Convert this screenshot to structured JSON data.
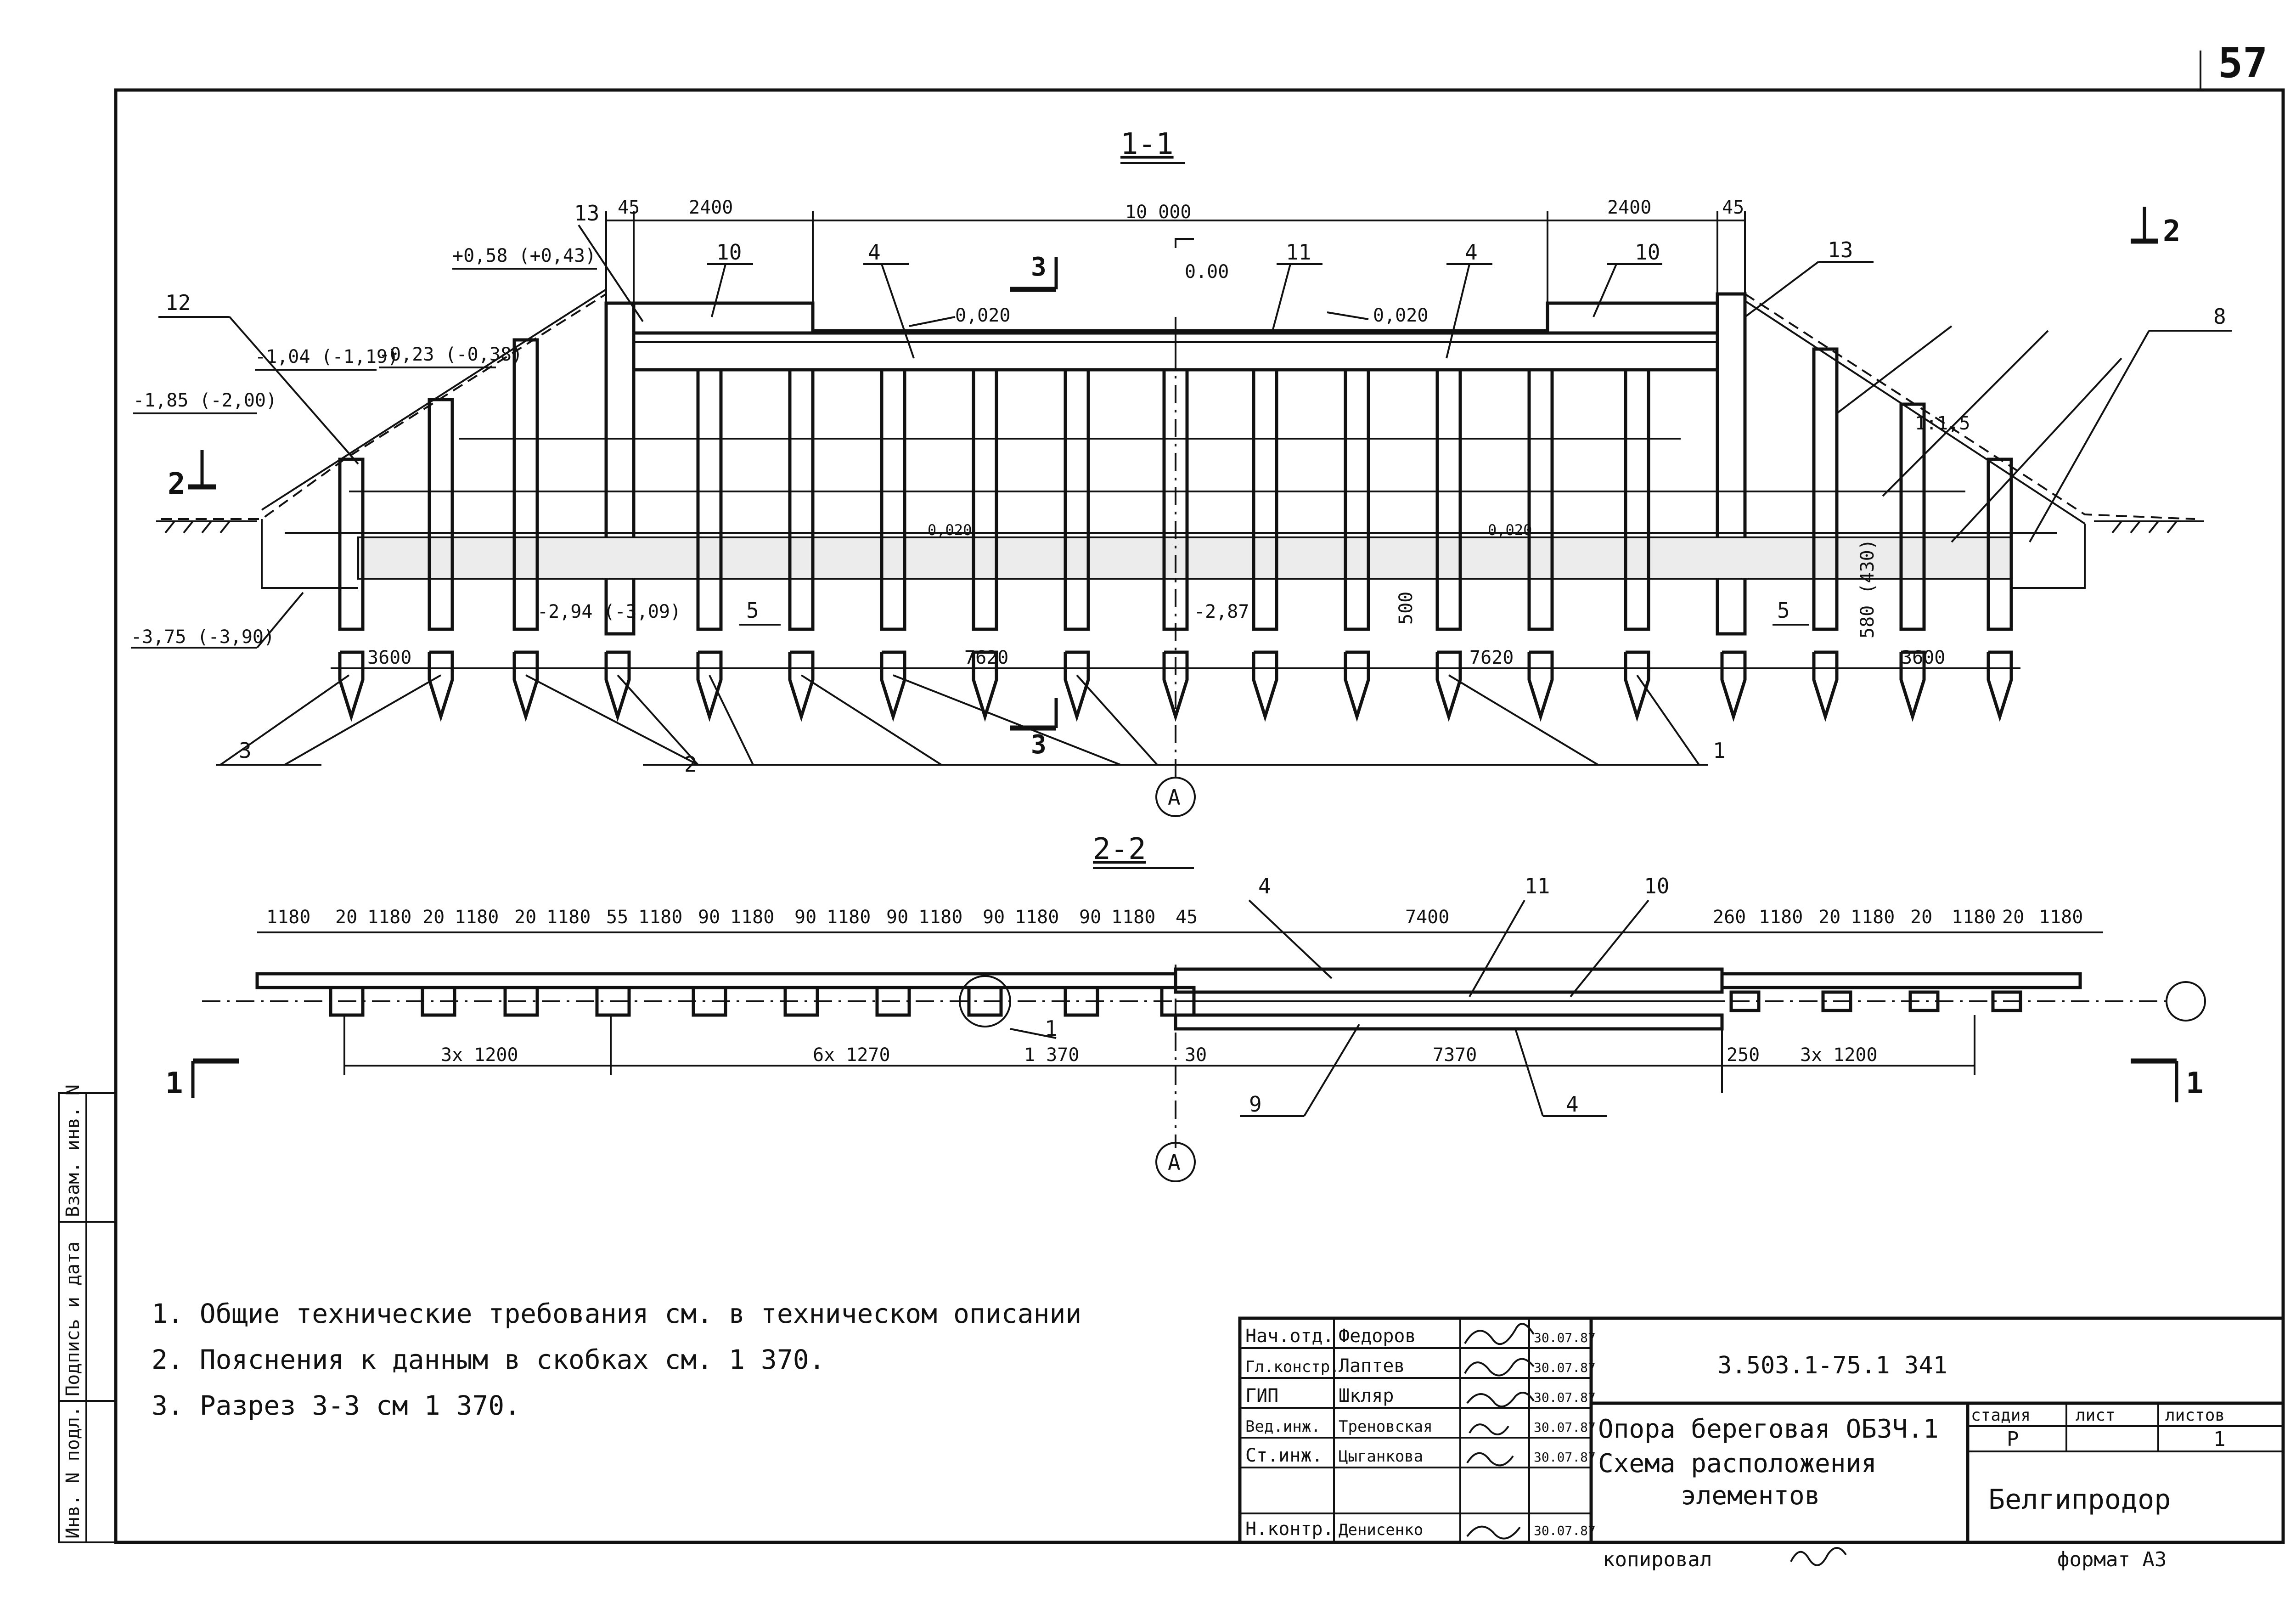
{
  "sheet": {
    "page_number": "57",
    "notes": [
      "1. Общие технические требования см. в техническом описании",
      "2. Пояснения к данным в скобках см. 1 370.",
      "3. Разрез 3-3 см 1 370."
    ],
    "side_stamp": [
      "Инв. N подл.",
      "Подпись и дата",
      "Взам. инв. N"
    ]
  },
  "section_1_1": {
    "title": "1-1",
    "dims_top": [
      "45",
      "2400",
      "10 000",
      "2400",
      "45"
    ],
    "levels": [
      "+0,58 (+0,43)",
      "-1,04 (-1,19)",
      "-0,23 (-0,38)",
      "-1,85 (-2,00)",
      "-3,75 (-3,90)",
      "-2,94 (-3,09)",
      "-2,87",
      "0.00"
    ],
    "slopes": [
      "0,020",
      "0,020",
      "0,020",
      "0,020",
      "1:1,5"
    ],
    "dims_bottom": [
      "3600",
      "7620",
      "7620",
      "3600"
    ],
    "heights": [
      "500",
      "580 (430)"
    ],
    "marks": [
      "1",
      "2",
      "3",
      "4",
      "4",
      "5",
      "5",
      "8",
      "10",
      "10",
      "11",
      "12",
      "13",
      "13"
    ],
    "cut_labels": [
      "2",
      "2",
      "3",
      "3"
    ],
    "axis": "A"
  },
  "section_2_2": {
    "title": "2-2",
    "dims_top": [
      "1180",
      "20",
      "1180",
      "20",
      "1180",
      "20",
      "1180",
      "55",
      "1180",
      "90",
      "1180",
      "90",
      "1180",
      "90",
      "1180",
      "90",
      "1180",
      "90",
      "1180",
      "45",
      "7400",
      "260",
      "1180",
      "20",
      "1180",
      "20",
      "1180",
      "20",
      "1180"
    ],
    "dims_bottom": [
      "3x 1200",
      "6x 1270",
      "1 370",
      "30",
      "7370",
      "250",
      "3x 1200"
    ],
    "marks": [
      "4",
      "11",
      "10",
      "1",
      "9",
      "4"
    ],
    "cut_labels": [
      "1",
      "1"
    ],
    "axis": "A"
  },
  "title_block": {
    "code": "3.503.1-75.1 341",
    "title_lines": [
      "Опора береговая ОБ3Ч.1",
      "Схема расположения",
      "элементов"
    ],
    "stage_header": "стадия",
    "sheet_header": "лист",
    "sheets_header": "листов",
    "stage": "Р",
    "sheets": "1",
    "organization": "Белгипродор",
    "copied": "копировал",
    "format": "формат А3",
    "rows": [
      {
        "role": "Нач.отд.",
        "name": "Федоров",
        "date": "30.07.87"
      },
      {
        "role": "Гл.констр.",
        "name": "Лаптев",
        "date": "30.07.87"
      },
      {
        "role": "ГИП",
        "name": "Шкляр",
        "date": "30.07.87"
      },
      {
        "role": "Вед.инж.",
        "name": "Треновская",
        "date": "30.07.87"
      },
      {
        "role": "Ст.инж.",
        "name": "Цыганкова",
        "date": "30.07.87"
      },
      {
        "role": "Н.контр.",
        "name": "Денисенко",
        "date": "30.07.87"
      }
    ]
  }
}
